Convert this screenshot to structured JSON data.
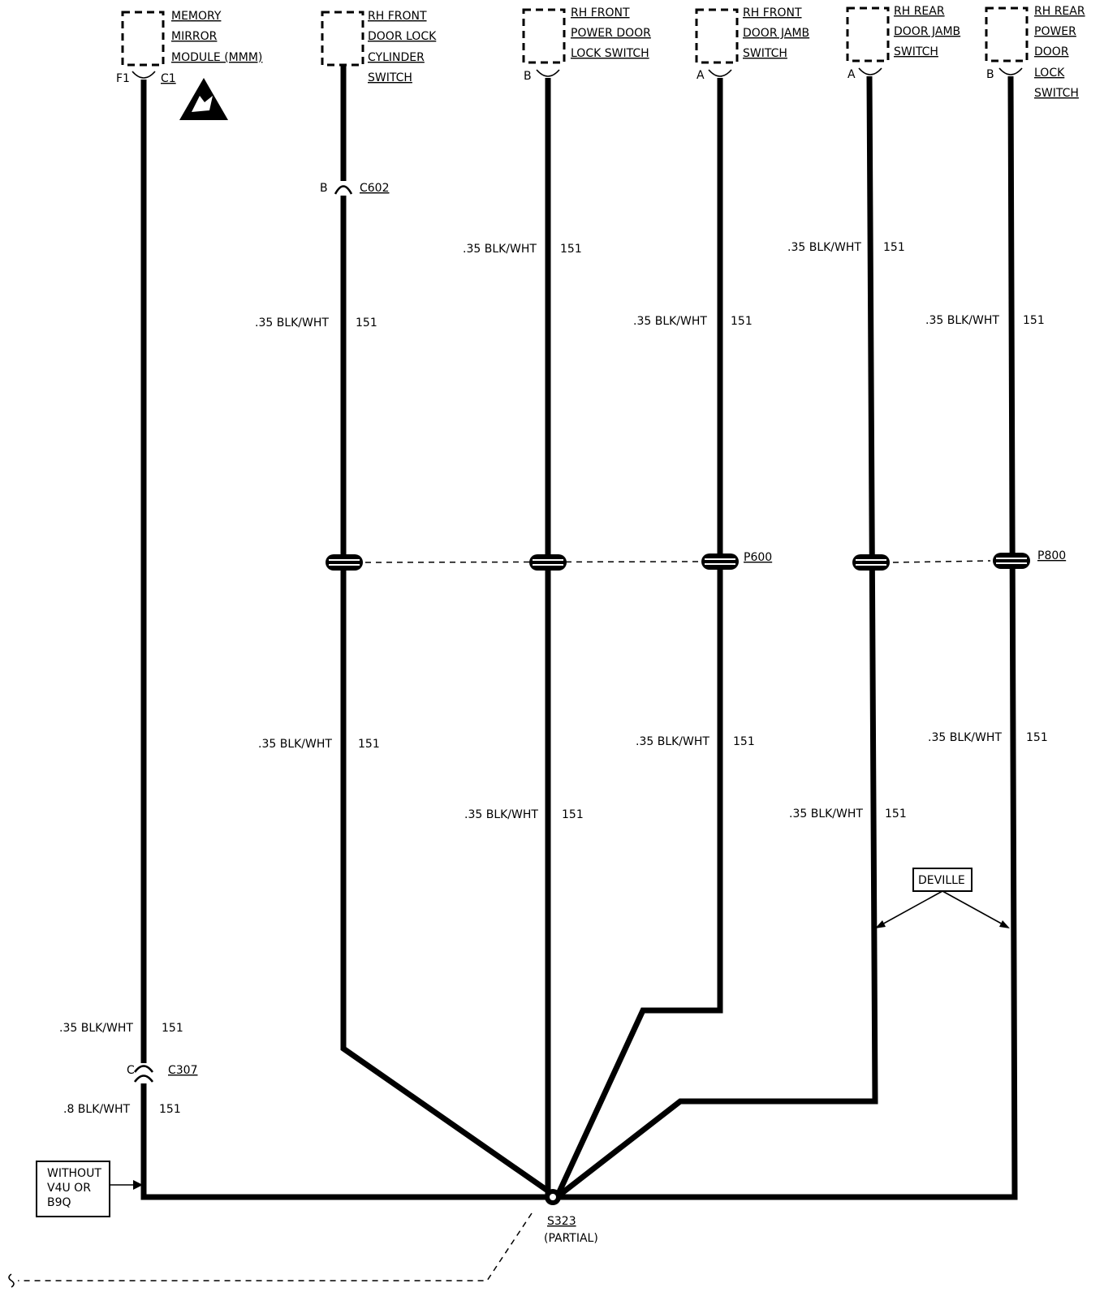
{
  "components": [
    {
      "lines": [
        "MEMORY",
        "MIRROR",
        "MODULE (MMM)"
      ],
      "pins": [
        "F1",
        "C1"
      ]
    },
    {
      "lines": [
        "RH FRONT",
        "DOOR LOCK",
        "CYLINDER",
        "SWITCH"
      ],
      "pins": []
    },
    {
      "lines": [
        "RH FRONT",
        "POWER DOOR",
        "LOCK SWITCH"
      ],
      "pins": [
        "B"
      ]
    },
    {
      "lines": [
        "RH FRONT",
        "DOOR JAMB",
        "SWITCH"
      ],
      "pins": [
        "A"
      ]
    },
    {
      "lines": [
        "RH REAR",
        "DOOR JAMB",
        "SWITCH"
      ],
      "pins": [
        "A"
      ]
    },
    {
      "lines": [
        "RH REAR",
        "POWER",
        "DOOR",
        "LOCK",
        "SWITCH"
      ],
      "pins": [
        "B"
      ]
    }
  ],
  "wire_label": {
    "gauge_color": ".35 BLK/WHT",
    "circuit": "151"
  },
  "wire_label_heavy": {
    "gauge_color": ".8 BLK/WHT",
    "circuit": "151"
  },
  "connectors": [
    {
      "pin": "B",
      "name": "C602"
    },
    {
      "pin": "C",
      "name": "C307"
    }
  ],
  "pass_throughs": [
    "P600",
    "P800"
  ],
  "option_box": [
    "WITHOUT",
    "V4U OR",
    "B9Q"
  ],
  "deville_tag": "DEVILLE",
  "splice": {
    "name": "S323",
    "note": "(PARTIAL)"
  },
  "esd_icon": "esd-warning-icon"
}
